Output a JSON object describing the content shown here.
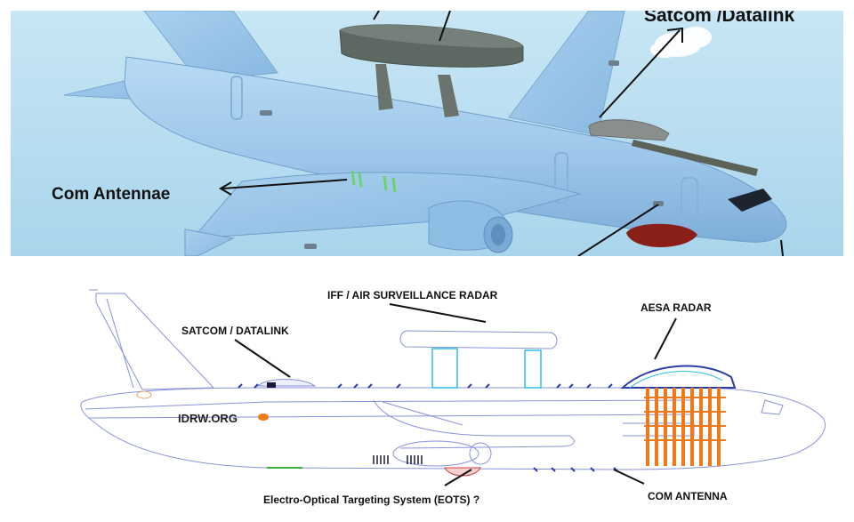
{
  "top_image": {
    "labels": {
      "satcom": "Satcom /Datalink",
      "com_antennae": "Com Antennae"
    }
  },
  "schematic": {
    "labels": {
      "iff_radar": "IFF / AIR SURVEILLANCE RADAR",
      "satcom": "SATCOM / DATALINK",
      "aesa": "AESA RADAR",
      "watermark": "IDRW.ORG",
      "eots": "Electro-Optical Targeting System (EOTS) ?",
      "com_antenna": "COM ANTENNA"
    }
  },
  "colors": {
    "sky": "#bfe0f0",
    "fuselage": "#9fc8ea",
    "rotodome": "#5d6862",
    "radome_red": "#8a1f1a",
    "outline": "#6a74d6",
    "aesa_orange": "#f07a1a",
    "struts_cyan": "#2ac0e0",
    "antenna_blue": "#2b3fa8"
  }
}
